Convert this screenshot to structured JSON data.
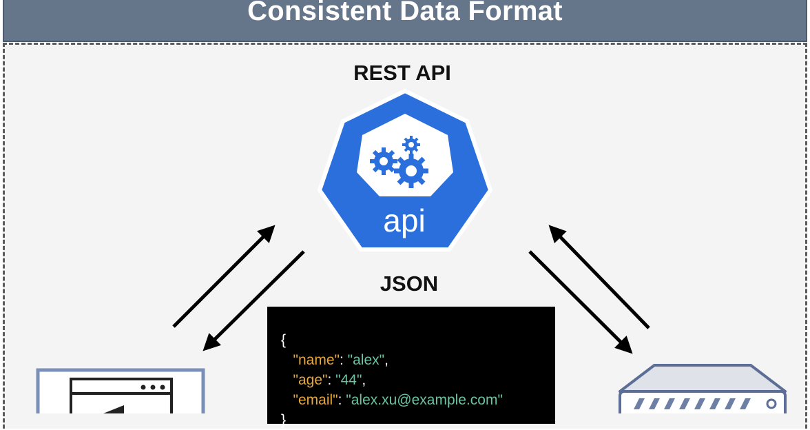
{
  "title": "Consistent Data Format",
  "api": {
    "label": "REST API",
    "icon_text": "api",
    "color": "#2b6fdd"
  },
  "json_label": "JSON",
  "json": {
    "open_brace": "{",
    "close_brace": "}",
    "fields": [
      {
        "key": "\"name\"",
        "value": "\"alex\"",
        "trail": ","
      },
      {
        "key": "\"age\"",
        "value": "\"44\"",
        "trail": ","
      },
      {
        "key": "\"email\"",
        "value": "\"alex.xu@example.com\"",
        "trail": ""
      }
    ],
    "key_color": "#e8a73c",
    "value_color": "#6cc3a0"
  },
  "icons": {
    "client": "browser-window-icon",
    "server": "server-rack-icon"
  }
}
